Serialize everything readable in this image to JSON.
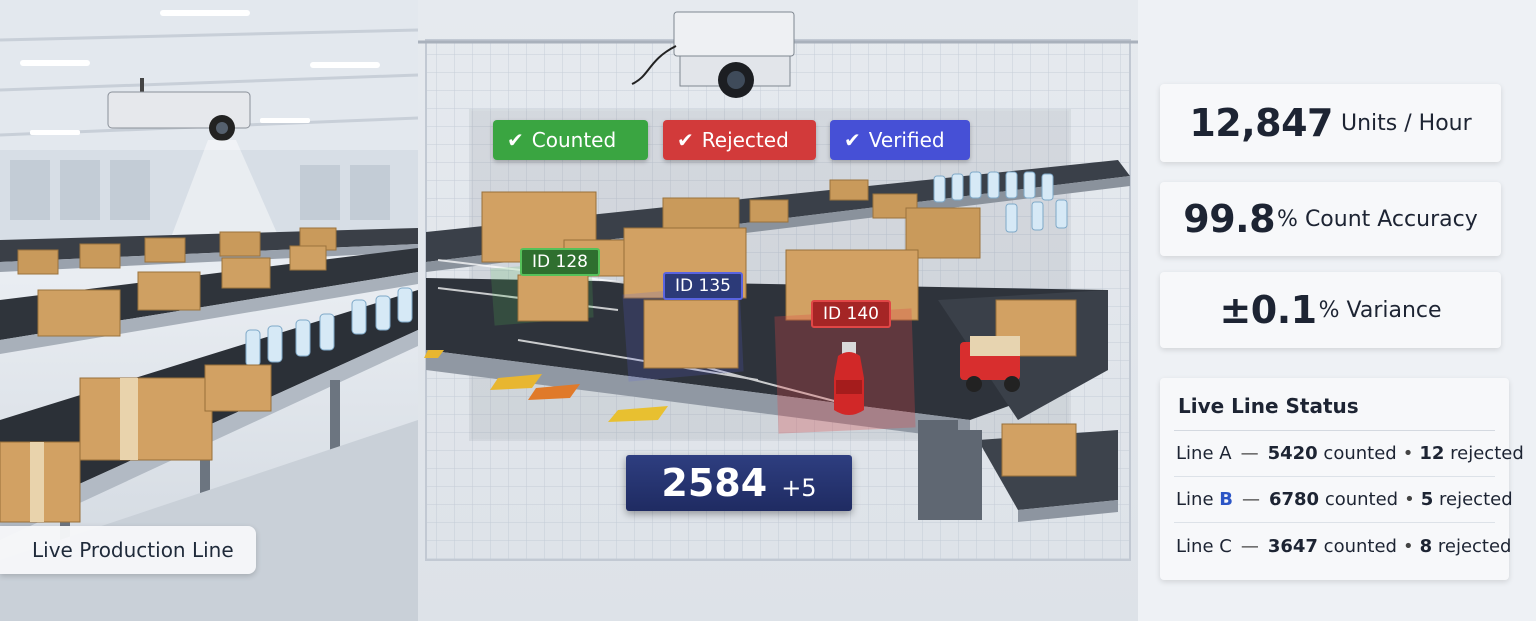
{
  "factory": {
    "label": "Live Production Line"
  },
  "detection": {
    "tags": [
      {
        "label": "Counted",
        "color": "#3aa541",
        "icon": "check-icon"
      },
      {
        "label": "Rejected",
        "color": "#d23a3a",
        "icon": "check-icon"
      },
      {
        "label": "Verified",
        "color": "#4650d6",
        "icon": "check-icon"
      }
    ],
    "objects": [
      {
        "id": "ID 128",
        "color": "#56c15a"
      },
      {
        "id": "ID 135",
        "color": "#5a64e0"
      },
      {
        "id": "ID 140",
        "color": "#e04646"
      }
    ],
    "counter": {
      "total": "2584",
      "increment": "+5"
    }
  },
  "metrics": [
    {
      "value": "12,847",
      "unit": "Units / Hour"
    },
    {
      "value": "99.8",
      "unit": "% Count Accuracy"
    },
    {
      "value": "±0.1",
      "unit": "% Variance"
    }
  ],
  "status": {
    "title": "Live Line Status",
    "dash": "—",
    "dot": "•",
    "lines": [
      {
        "line": "Line",
        "letter": "A",
        "counted": "5420",
        "counted_label": "counted",
        "rejected": "12",
        "rejected_label": "rejected"
      },
      {
        "line": "Line",
        "letter": "B",
        "counted": "6780",
        "counted_label": "counted",
        "rejected": "5",
        "rejected_label": "rejected"
      },
      {
        "line": "Line",
        "letter": "C",
        "counted": "3647",
        "counted_label": "counted",
        "rejected": "8",
        "rejected_label": "rejected"
      }
    ]
  }
}
